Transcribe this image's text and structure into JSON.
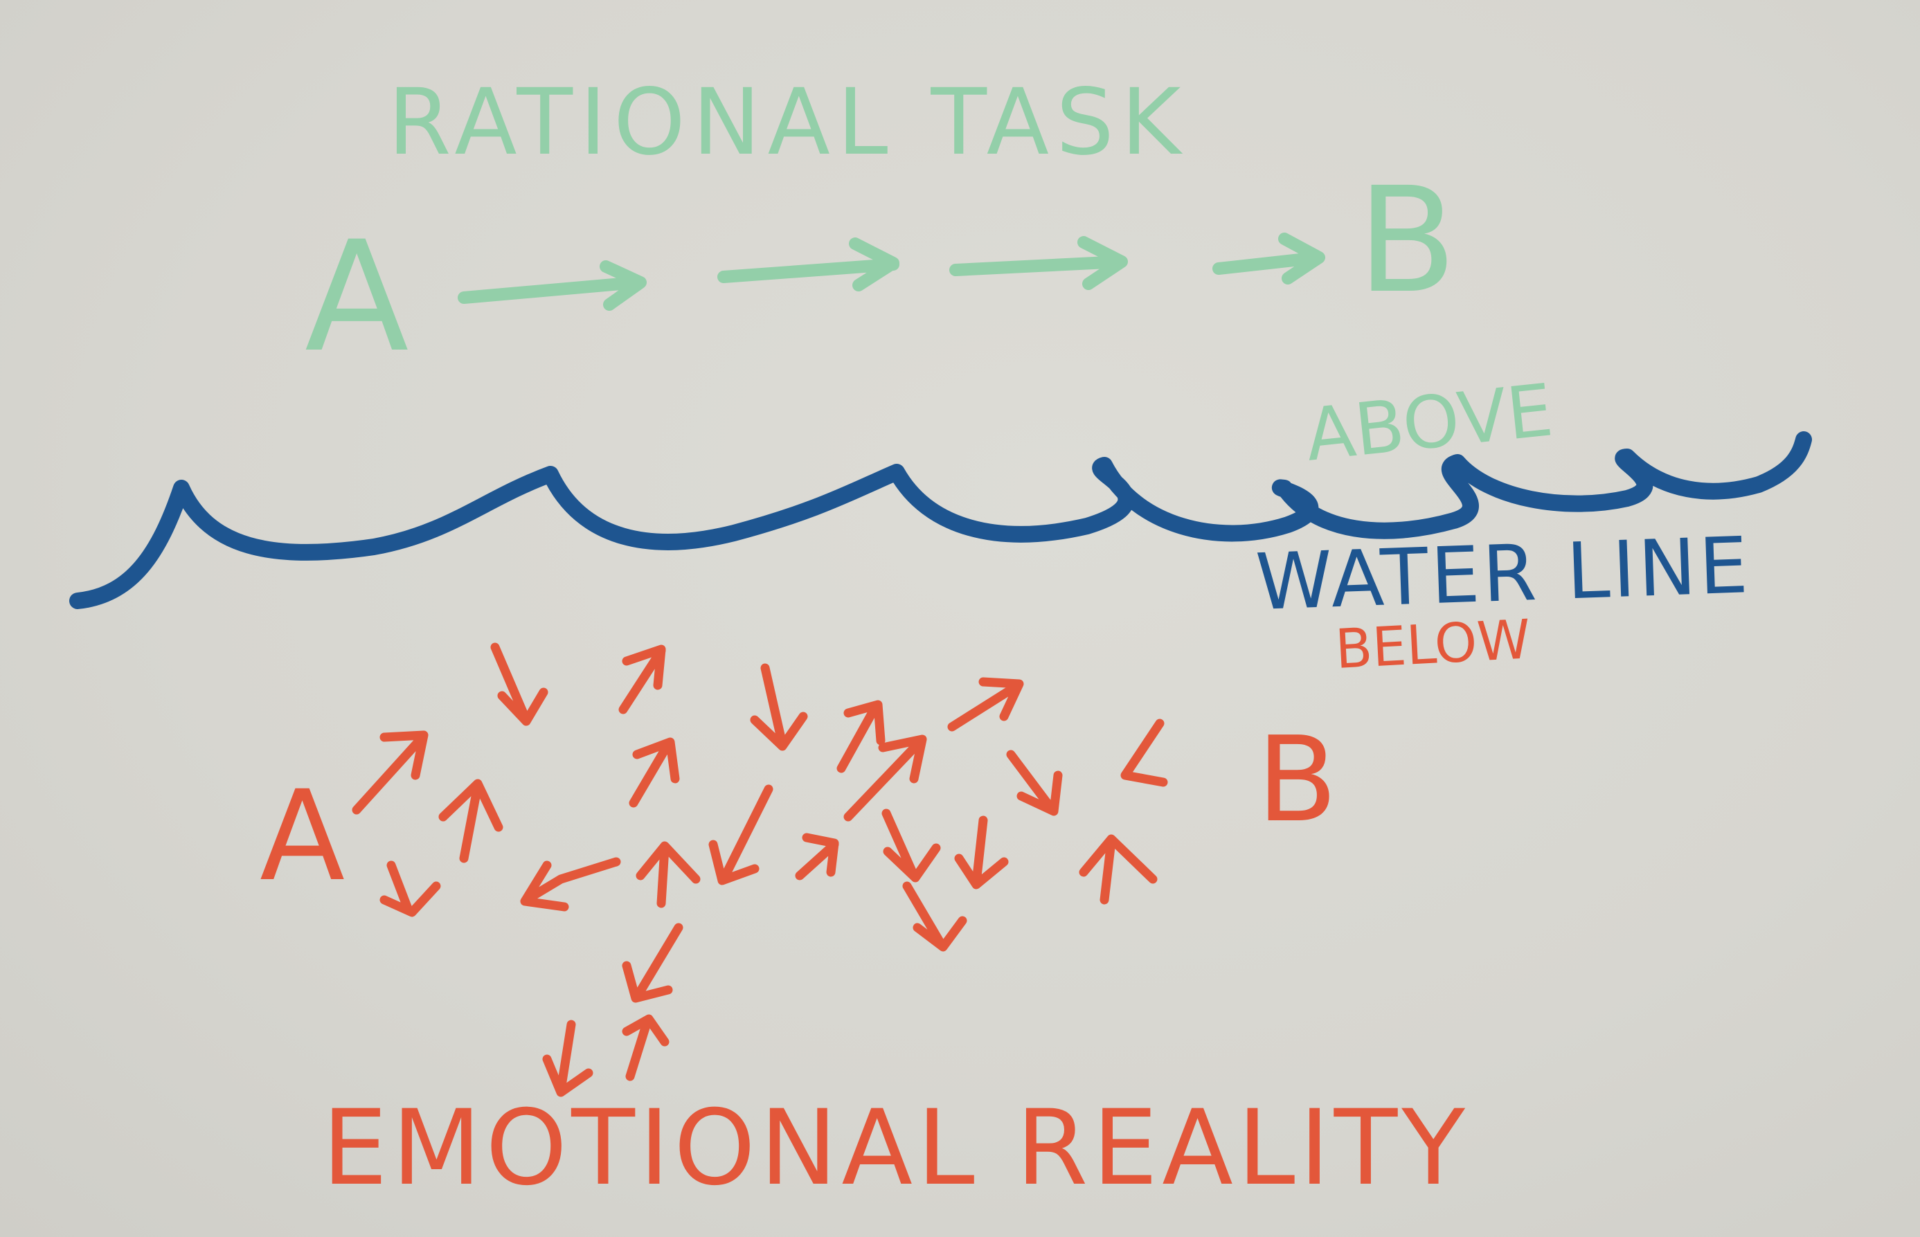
{
  "colors": {
    "paper": "#d9d8d2",
    "green": "#93cfa9",
    "blue": "#1e5590",
    "red": "#e3573a"
  },
  "above": {
    "heading": "RATIONAL TASK",
    "start": "A",
    "end": "B",
    "label": "ABOVE"
  },
  "waterline": {
    "label": "WATER LINE"
  },
  "below": {
    "label": "BELOW",
    "start": "A",
    "end": "B",
    "heading": "EMOTIONAL REALITY"
  }
}
